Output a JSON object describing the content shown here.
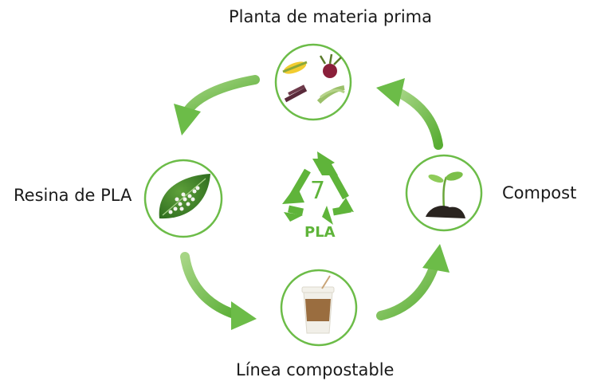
{
  "stages": {
    "top": "Planta de materia prima",
    "right": "Compost",
    "bottom": "Línea compostable",
    "left": "Resina de PLA"
  },
  "recycle_symbol": {
    "number": "7",
    "code": "PLA"
  },
  "colors": {
    "green": "#5fb43a",
    "green_light": "#8cc866",
    "ring": "#6cbc48"
  }
}
